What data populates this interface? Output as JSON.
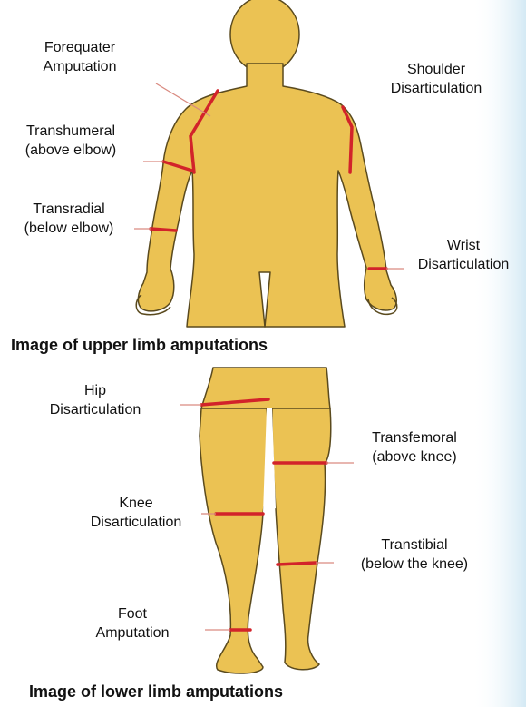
{
  "upper": {
    "caption": "Image of upper limb amputations",
    "labels": {
      "forequater": [
        "Forequater",
        "Amputation"
      ],
      "shoulder": [
        "Shoulder",
        "Disarticulation"
      ],
      "transhumeral": [
        "Transhumeral",
        "(above elbow)"
      ],
      "transradial": [
        "Transradial",
        "(below elbow)"
      ],
      "wrist": [
        "Wrist",
        "Disarticulation"
      ]
    }
  },
  "lower": {
    "caption": "Image of lower limb amputations",
    "labels": {
      "hip": [
        "Hip",
        "Disarticulation"
      ],
      "transfemoral": [
        "Transfemoral",
        "(above knee)"
      ],
      "knee": [
        "Knee",
        "Disarticulation"
      ],
      "transtibial": [
        "Transtibial",
        "(below the knee)"
      ],
      "foot": [
        "Foot",
        "Amputation"
      ]
    }
  },
  "colors": {
    "body_fill": "#EBC253",
    "body_outline": "#5A4A1E",
    "cut_line": "#D2232A",
    "leader_line": "#D98A80",
    "text": "#111111",
    "background_accent": "#DCEFF8"
  }
}
